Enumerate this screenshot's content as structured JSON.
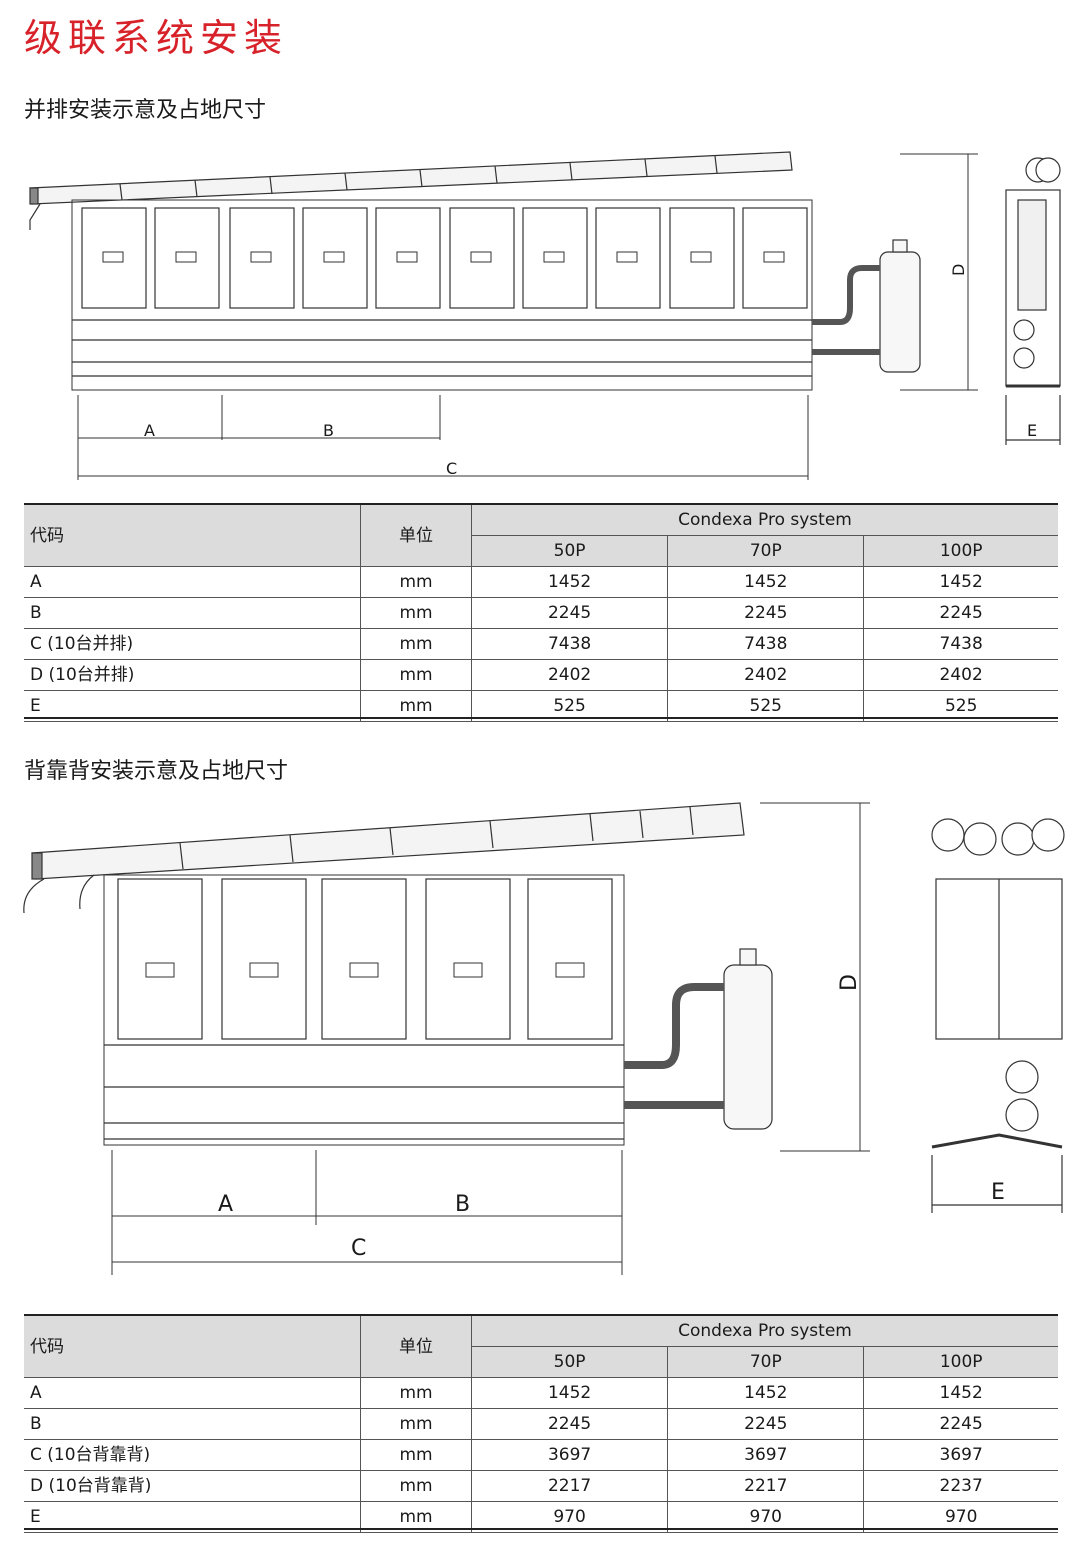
{
  "page": {
    "title": "级联系统安装"
  },
  "section1": {
    "title": "并排安装示意及占地尺寸",
    "dims": {
      "a": "A",
      "b": "B",
      "c": "C",
      "d": "D",
      "e": "E"
    },
    "table": {
      "col_code": "代码",
      "col_unit": "单位",
      "group": "Condexa Pro system",
      "models": [
        "50P",
        "70P",
        "100P"
      ],
      "rows": [
        {
          "code": "A",
          "unit": "mm",
          "v": [
            "1452",
            "1452",
            "1452"
          ]
        },
        {
          "code": "B",
          "unit": "mm",
          "v": [
            "2245",
            "2245",
            "2245"
          ]
        },
        {
          "code": "C (10台并排)",
          "unit": "mm",
          "v": [
            "7438",
            "7438",
            "7438"
          ]
        },
        {
          "code": "D (10台并排)",
          "unit": "mm",
          "v": [
            "2402",
            "2402",
            "2402"
          ]
        },
        {
          "code": "E",
          "unit": "mm",
          "v": [
            "525",
            "525",
            "525"
          ]
        }
      ]
    }
  },
  "section2": {
    "title": "背靠背安装示意及占地尺寸",
    "dims": {
      "a": "A",
      "b": "B",
      "c": "C",
      "d": "D",
      "e": "E"
    },
    "table": {
      "col_code": "代码",
      "col_unit": "单位",
      "group": "Condexa Pro system",
      "models": [
        "50P",
        "70P",
        "100P"
      ],
      "rows": [
        {
          "code": "A",
          "unit": "mm",
          "v": [
            "1452",
            "1452",
            "1452"
          ]
        },
        {
          "code": "B",
          "unit": "mm",
          "v": [
            "2245",
            "2245",
            "2245"
          ]
        },
        {
          "code": "C (10台背靠背)",
          "unit": "mm",
          "v": [
            "3697",
            "3697",
            "3697"
          ]
        },
        {
          "code": "D (10台背靠背)",
          "unit": "mm",
          "v": [
            "2217",
            "2217",
            "2237"
          ]
        },
        {
          "code": "E",
          "unit": "mm",
          "v": [
            "970",
            "970",
            "970"
          ]
        }
      ]
    }
  },
  "colors": {
    "title": "#d8222a",
    "header_bg": "#dcdcdc",
    "line": "#1a1a1a"
  }
}
